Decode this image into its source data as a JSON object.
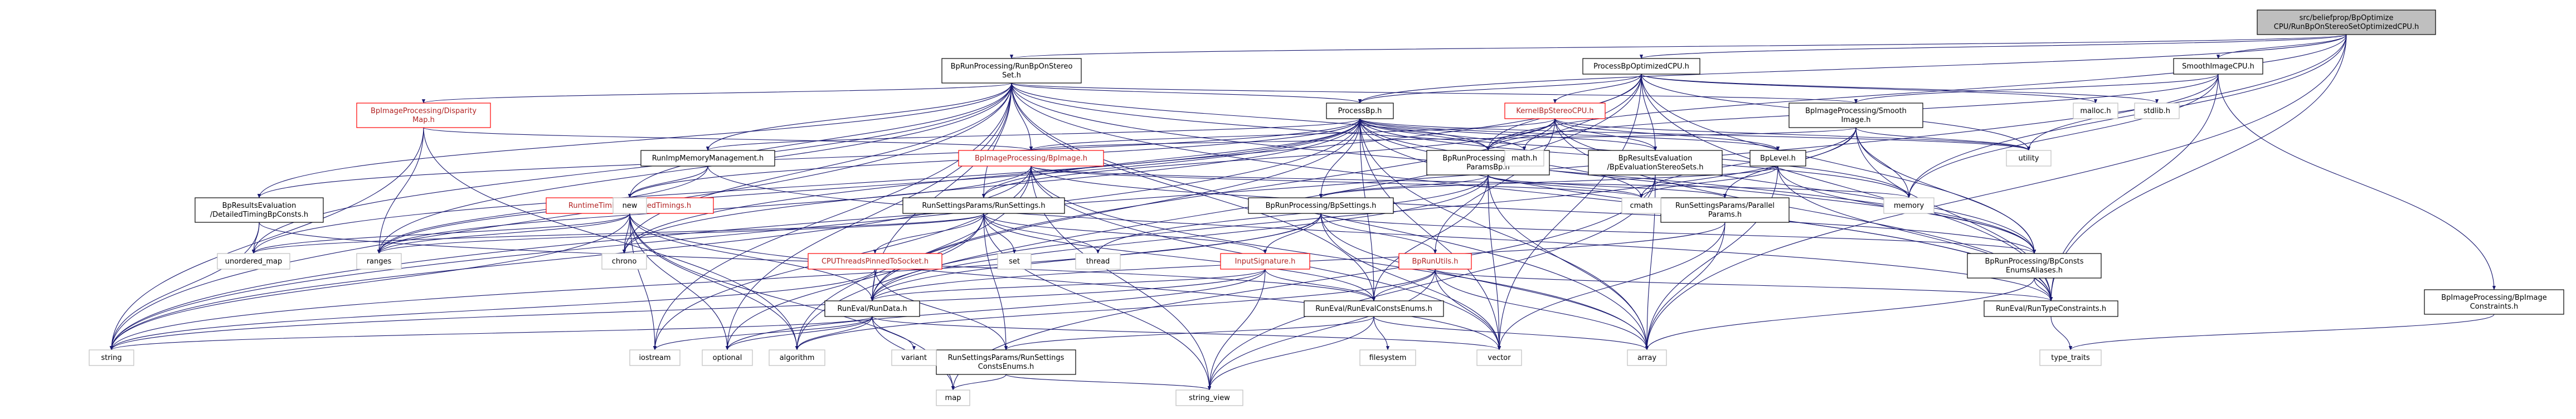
{
  "colors": {
    "node_fill": "#ffffff",
    "node_border": "#000000",
    "root_fill": "#bfbfbf",
    "linked_text": "#000000",
    "red_border": "#ff0000",
    "red_text": "#b22222",
    "edge": "#191970"
  },
  "nodes": [
    {
      "id": "root",
      "lines": [
        "src/beliefprop/BpOptimize",
        "CPU/RunBpOnStereoSetOptimizedCPU.h"
      ],
      "style": "root"
    },
    {
      "id": "runbpstereoset",
      "lines": [
        "BpRunProcessing/RunBpOnStereo",
        "Set.h"
      ],
      "style": "normal"
    },
    {
      "id": "processbpoptcpu",
      "lines": [
        "ProcessBpOptimizedCPU.h"
      ],
      "style": "normal"
    },
    {
      "id": "smoothimagecpu",
      "lines": [
        "SmoothImageCPU.h"
      ],
      "style": "normal"
    },
    {
      "id": "disparitymap",
      "lines": [
        "BpImageProcessing/Disparity",
        "Map.h"
      ],
      "style": "red"
    },
    {
      "id": "processbp",
      "lines": [
        "ProcessBp.h"
      ],
      "style": "normal"
    },
    {
      "id": "kernelbpstereocpu",
      "lines": [
        "KernelBpStereoCPU.h"
      ],
      "style": "red"
    },
    {
      "id": "bpimproc_smooth",
      "lines": [
        "BpImageProcessing/Smooth",
        "Image.h"
      ],
      "style": "normal"
    },
    {
      "id": "bpimageconstraints",
      "lines": [
        "BpImageProcessing/BpImage",
        "Constraints.h"
      ],
      "style": "normal"
    },
    {
      "id": "runimpmem",
      "lines": [
        "RunImpMemoryManagement.h"
      ],
      "style": "normal"
    },
    {
      "id": "bpimage",
      "lines": [
        "BpImageProcessing/BpImage.h"
      ],
      "style": "red"
    },
    {
      "id": "parallelparams",
      "lines": [
        "BpRunProcessing/Parallel",
        "ParamsBp.h"
      ],
      "style": "normal"
    },
    {
      "id": "bpresultseval_stereo",
      "lines": [
        "BpResultsEvaluation",
        "/BpEvaluationStereoSets.h"
      ],
      "style": "normal"
    },
    {
      "id": "bplevel",
      "lines": [
        "BpLevel.h"
      ],
      "style": "normal"
    },
    {
      "id": "bpresultseval_timing",
      "lines": [
        "BpResultsEvaluation",
        "/DetailedTimingBpConsts.h"
      ],
      "style": "normal"
    },
    {
      "id": "runtimetiming",
      "lines": [
        "RuntimeTiming/DetailedTimings.h"
      ],
      "style": "red"
    },
    {
      "id": "runsettings",
      "lines": [
        "RunSettingsParams/RunSettings.h"
      ],
      "style": "normal"
    },
    {
      "id": "runsettings_parallel",
      "lines": [
        "RunSettingsParams/Parallel",
        "Params.h"
      ],
      "style": "normal"
    },
    {
      "id": "bpsettings",
      "lines": [
        "BpRunProcessing/BpSettings.h"
      ],
      "style": "normal"
    },
    {
      "id": "cputhreads",
      "lines": [
        "CPUThreadsPinnedToSocket.h"
      ],
      "style": "red"
    },
    {
      "id": "inputsignature",
      "lines": [
        "InputSignature.h"
      ],
      "style": "red"
    },
    {
      "id": "bprunutils",
      "lines": [
        "BpRunUtils.h"
      ],
      "style": "red"
    },
    {
      "id": "bpconstsenums",
      "lines": [
        "BpRunProcessing/BpConsts",
        "EnumsAliases.h"
      ],
      "style": "normal"
    },
    {
      "id": "runevalrundata",
      "lines": [
        "RunEval/RunData.h"
      ],
      "style": "normal"
    },
    {
      "id": "runevalconsts",
      "lines": [
        "RunEval/RunEvalConstsEnums.h"
      ],
      "style": "normal"
    },
    {
      "id": "runtypeconstraints",
      "lines": [
        "RunEval/RunTypeConstraints.h"
      ],
      "style": "normal"
    },
    {
      "id": "runsettingsconsts",
      "lines": [
        "RunSettingsParams/RunSettings",
        "ConstsEnums.h"
      ],
      "style": "normal"
    },
    {
      "id": "std_string",
      "lines": [
        "string"
      ],
      "style": "std"
    },
    {
      "id": "std_iostream",
      "lines": [
        "iostream"
      ],
      "style": "std"
    },
    {
      "id": "std_optional",
      "lines": [
        "optional"
      ],
      "style": "std"
    },
    {
      "id": "std_algorithm",
      "lines": [
        "algorithm"
      ],
      "style": "std"
    },
    {
      "id": "std_vector",
      "lines": [
        "vector"
      ],
      "style": "std"
    },
    {
      "id": "std_array",
      "lines": [
        "array"
      ],
      "style": "std"
    },
    {
      "id": "std_map",
      "lines": [
        "map"
      ],
      "style": "std"
    },
    {
      "id": "std_variant",
      "lines": [
        "variant"
      ],
      "style": "std"
    },
    {
      "id": "std_string_view",
      "lines": [
        "string_view"
      ],
      "style": "std"
    },
    {
      "id": "std_filesystem",
      "lines": [
        "filesystem"
      ],
      "style": "std"
    },
    {
      "id": "std_type_traits",
      "lines": [
        "type_traits"
      ],
      "style": "std"
    },
    {
      "id": "std_unordered_map",
      "lines": [
        "unordered_map"
      ],
      "style": "std"
    },
    {
      "id": "std_ranges",
      "lines": [
        "ranges"
      ],
      "style": "std"
    },
    {
      "id": "std_chrono",
      "lines": [
        "chrono"
      ],
      "style": "std"
    },
    {
      "id": "std_new",
      "lines": [
        "new"
      ],
      "style": "std"
    },
    {
      "id": "std_set",
      "lines": [
        "set"
      ],
      "style": "std"
    },
    {
      "id": "std_thread",
      "lines": [
        "thread"
      ],
      "style": "std"
    },
    {
      "id": "std_math",
      "lines": [
        "math.h"
      ],
      "style": "std"
    },
    {
      "id": "std_cmath",
      "lines": [
        "cmath"
      ],
      "style": "std"
    },
    {
      "id": "std_memory",
      "lines": [
        "memory"
      ],
      "style": "std"
    },
    {
      "id": "std_utility",
      "lines": [
        "utility"
      ],
      "style": "std"
    },
    {
      "id": "std_malloc",
      "lines": [
        "malloc.h"
      ],
      "style": "std"
    },
    {
      "id": "std_stdlib",
      "lines": [
        "stdlib.h"
      ],
      "style": "std"
    }
  ],
  "edges": [
    [
      "root",
      "runbpstereoset"
    ],
    [
      "root",
      "processbpoptcpu"
    ],
    [
      "root",
      "smoothimagecpu"
    ],
    [
      "root",
      "processbp"
    ],
    [
      "root",
      "parallelparams"
    ],
    [
      "root",
      "std_string"
    ],
    [
      "root",
      "std_array"
    ],
    [
      "root",
      "std_memory"
    ],
    [
      "root",
      "runtypeconstraints"
    ],
    [
      "runbpstereoset",
      "disparitymap"
    ],
    [
      "runbpstereoset",
      "processbp"
    ],
    [
      "runbpstereoset",
      "bpimproc_smooth"
    ],
    [
      "runbpstereoset",
      "runimpmem"
    ],
    [
      "runbpstereoset",
      "bpimage"
    ],
    [
      "runbpstereoset",
      "parallelparams"
    ],
    [
      "runbpstereoset",
      "bpresultseval_timing"
    ],
    [
      "runbpstereoset",
      "runtimetiming"
    ],
    [
      "runbpstereoset",
      "runsettings"
    ],
    [
      "runbpstereoset",
      "runevalrundata"
    ],
    [
      "runbpstereoset",
      "runevalconsts"
    ],
    [
      "runbpstereoset",
      "bpconstsenums"
    ],
    [
      "runbpstereoset",
      "std_string"
    ],
    [
      "runbpstereoset",
      "std_ranges"
    ],
    [
      "runbpstereoset",
      "std_chrono"
    ],
    [
      "runbpstereoset",
      "std_unordered_map"
    ],
    [
      "runbpstereoset",
      "std_memory"
    ],
    [
      "runbpstereoset",
      "std_array"
    ],
    [
      "runbpstereoset",
      "std_optional"
    ],
    [
      "runbpstereoset",
      "std_iostream"
    ],
    [
      "runbpstereoset",
      "runtypeconstraints"
    ],
    [
      "processbpoptcpu",
      "processbp"
    ],
    [
      "processbpoptcpu",
      "kernelbpstereocpu"
    ],
    [
      "processbpoptcpu",
      "parallelparams"
    ],
    [
      "processbpoptcpu",
      "bpresultseval_stereo"
    ],
    [
      "processbpoptcpu",
      "std_malloc"
    ],
    [
      "processbpoptcpu",
      "std_stdlib"
    ],
    [
      "processbpoptcpu",
      "std_vector"
    ],
    [
      "processbpoptcpu",
      "std_algorithm"
    ],
    [
      "processbpoptcpu",
      "std_chrono"
    ],
    [
      "processbpoptcpu",
      "bpconstsenums"
    ],
    [
      "processbpoptcpu",
      "runtypeconstraints"
    ],
    [
      "processbpoptcpu",
      "runevalrundata"
    ],
    [
      "processbpoptcpu",
      "std_utility"
    ],
    [
      "smoothimagecpu",
      "bpimproc_smooth"
    ],
    [
      "smoothimagecpu",
      "bpimageconstraints"
    ],
    [
      "smoothimagecpu",
      "std_utility"
    ],
    [
      "smoothimagecpu",
      "std_memory"
    ],
    [
      "smoothimagecpu",
      "parallelparams"
    ],
    [
      "smoothimagecpu",
      "runtypeconstraints"
    ],
    [
      "disparitymap",
      "bpimage"
    ],
    [
      "disparitymap",
      "std_string"
    ],
    [
      "disparitymap",
      "std_ranges"
    ],
    [
      "disparitymap",
      "std_algorithm"
    ],
    [
      "processbp",
      "std_math"
    ],
    [
      "processbp",
      "std_cmath"
    ],
    [
      "processbp",
      "std_chrono"
    ],
    [
      "processbp",
      "std_unordered_map"
    ],
    [
      "processbp",
      "std_memory"
    ],
    [
      "processbp",
      "std_utility"
    ],
    [
      "processbp",
      "std_ranges"
    ],
    [
      "processbp",
      "std_array"
    ],
    [
      "processbp",
      "std_vector"
    ],
    [
      "processbp",
      "std_string"
    ],
    [
      "processbp",
      "parallelparams"
    ],
    [
      "processbp",
      "bpresultseval_stereo"
    ],
    [
      "processbp",
      "bplevel"
    ],
    [
      "processbp",
      "bpsettings"
    ],
    [
      "processbp",
      "runimpmem"
    ],
    [
      "processbp",
      "bpconstsenums"
    ],
    [
      "processbp",
      "runtimetiming"
    ],
    [
      "processbp",
      "runsettings"
    ],
    [
      "processbp",
      "runevalrundata"
    ],
    [
      "processbp",
      "runevalconsts"
    ],
    [
      "processbp",
      "runtypeconstraints"
    ],
    [
      "processbp",
      "bpresultseval_timing"
    ],
    [
      "kernelbpstereocpu",
      "std_math"
    ],
    [
      "kernelbpstereocpu",
      "std_utility"
    ],
    [
      "kernelbpstereocpu",
      "bpimage"
    ],
    [
      "kernelbpstereocpu",
      "parallelparams"
    ],
    [
      "kernelbpstereocpu",
      "bpresultseval_stereo"
    ],
    [
      "kernelbpstereocpu",
      "bpconstsenums"
    ],
    [
      "kernelbpstereocpu",
      "bplevel"
    ],
    [
      "kernelbpstereocpu",
      "bprunutils"
    ],
    [
      "kernelbpstereocpu",
      "runtypeconstraints"
    ],
    [
      "kernelbpstereocpu",
      "runsettings"
    ],
    [
      "bpimproc_smooth",
      "bpimage"
    ],
    [
      "bpimproc_smooth",
      "runsettings_parallel"
    ],
    [
      "bpimproc_smooth",
      "std_cmath"
    ],
    [
      "bpimproc_smooth",
      "std_memory"
    ],
    [
      "bpimproc_smooth",
      "std_utility"
    ],
    [
      "bpimproc_smooth",
      "bpconstsenums"
    ],
    [
      "bpimproc_smooth",
      "runevalrundata"
    ],
    [
      "bpimproc_smooth",
      "runtypeconstraints"
    ],
    [
      "bpimageconstraints",
      "std_type_traits"
    ],
    [
      "runimpmem",
      "std_new"
    ],
    [
      "runimpmem",
      "std_ranges"
    ],
    [
      "runimpmem",
      "runtypeconstraints"
    ],
    [
      "bpimage",
      "std_string"
    ],
    [
      "bpimage",
      "std_memory"
    ],
    [
      "bpimage",
      "std_cmath"
    ],
    [
      "bpimage",
      "std_ranges"
    ],
    [
      "bpimage",
      "std_algorithm"
    ],
    [
      "bpimage",
      "std_iostream"
    ],
    [
      "bpimage",
      "std_array"
    ],
    [
      "bpimage",
      "std_string_view"
    ],
    [
      "bpimage",
      "bpconstsenums"
    ],
    [
      "bpimage",
      "std_vector"
    ],
    [
      "parallelparams",
      "runsettings_parallel"
    ],
    [
      "parallelparams",
      "std_cmath"
    ],
    [
      "parallelparams",
      "bpsettings"
    ],
    [
      "parallelparams",
      "runevalconsts"
    ],
    [
      "parallelparams",
      "runevalrundata"
    ],
    [
      "parallelparams",
      "std_array"
    ],
    [
      "parallelparams",
      "std_vector"
    ],
    [
      "parallelparams",
      "std_thread"
    ],
    [
      "bpresultseval_stereo",
      "std_string_view"
    ],
    [
      "bpresultseval_stereo",
      "std_array"
    ],
    [
      "bpresultseval_stereo",
      "std_map"
    ],
    [
      "bplevel",
      "std_array"
    ],
    [
      "bplevel",
      "std_cmath"
    ],
    [
      "bplevel",
      "bpconstsenums"
    ],
    [
      "bplevel",
      "runtypeconstraints"
    ],
    [
      "bplevel",
      "bpsettings"
    ],
    [
      "bpresultseval_timing",
      "std_unordered_map"
    ],
    [
      "bpresultseval_timing",
      "std_string"
    ],
    [
      "bpresultseval_timing",
      "runevalconsts"
    ],
    [
      "runtimetiming",
      "std_chrono"
    ],
    [
      "runtimetiming",
      "std_unordered_map"
    ],
    [
      "runtimetiming",
      "std_vector"
    ],
    [
      "runtimetiming",
      "std_string"
    ],
    [
      "runtimetiming",
      "std_iostream"
    ],
    [
      "runtimetiming",
      "std_algorithm"
    ],
    [
      "runtimetiming",
      "std_optional"
    ],
    [
      "runtimetiming",
      "runevalrundata"
    ],
    [
      "runtimetiming",
      "std_map"
    ],
    [
      "runtimetiming",
      "std_ranges"
    ],
    [
      "runsettings",
      "cputhreads"
    ],
    [
      "runsettings",
      "inputsignature"
    ],
    [
      "runsettings",
      "runevalrundata"
    ],
    [
      "runsettings",
      "runsettingsconsts"
    ],
    [
      "runsettings",
      "std_set"
    ],
    [
      "runsettings",
      "std_thread"
    ],
    [
      "runsettings",
      "std_string_view"
    ],
    [
      "runsettings",
      "std_optional"
    ],
    [
      "runsettings",
      "std_ranges"
    ],
    [
      "runsettings",
      "std_unordered_map"
    ],
    [
      "runsettings",
      "runevalconsts"
    ],
    [
      "runsettings_parallel",
      "runevalrundata"
    ],
    [
      "runsettings_parallel",
      "std_array"
    ],
    [
      "runsettings_parallel",
      "std_vector"
    ],
    [
      "bpsettings",
      "inputsignature"
    ],
    [
      "bpsettings",
      "bprunutils"
    ],
    [
      "bpsettings",
      "bpconstsenums"
    ],
    [
      "bpsettings",
      "runevalrundata"
    ],
    [
      "bpsettings",
      "std_string"
    ],
    [
      "bpsettings",
      "std_vector"
    ],
    [
      "bpsettings",
      "std_array"
    ],
    [
      "cputhreads",
      "runevalrundata"
    ],
    [
      "cputhreads",
      "std_string"
    ],
    [
      "cputhreads",
      "runsettingsconsts"
    ],
    [
      "inputsignature",
      "runevalconsts"
    ],
    [
      "inputsignature",
      "runevalrundata"
    ],
    [
      "inputsignature",
      "std_string"
    ],
    [
      "inputsignature",
      "std_string_view"
    ],
    [
      "inputsignature",
      "std_optional"
    ],
    [
      "bprunutils",
      "runevalconsts"
    ],
    [
      "bprunutils",
      "runtypeconstraints"
    ],
    [
      "bprunutils",
      "std_string_view"
    ],
    [
      "bprunutils",
      "std_vector"
    ],
    [
      "bprunutils",
      "std_array"
    ],
    [
      "bprunutils",
      "std_algorithm"
    ],
    [
      "bpconstsenums",
      "std_array"
    ],
    [
      "bpconstsenums",
      "runtypeconstraints"
    ],
    [
      "runevalrundata",
      "std_string"
    ],
    [
      "runevalrundata",
      "std_iostream"
    ],
    [
      "runevalrundata",
      "std_optional"
    ],
    [
      "runevalrundata",
      "std_algorithm"
    ],
    [
      "runevalrundata",
      "std_variant"
    ],
    [
      "runevalrundata",
      "std_map"
    ],
    [
      "runevalrundata",
      "std_vector"
    ],
    [
      "runevalconsts",
      "std_filesystem"
    ],
    [
      "runevalconsts",
      "std_string_view"
    ],
    [
      "runevalconsts",
      "std_array"
    ],
    [
      "runevalconsts",
      "runsettingsconsts"
    ],
    [
      "runtypeconstraints",
      "std_type_traits"
    ],
    [
      "runsettingsconsts",
      "std_map"
    ],
    [
      "runsettingsconsts",
      "std_string_view"
    ]
  ]
}
